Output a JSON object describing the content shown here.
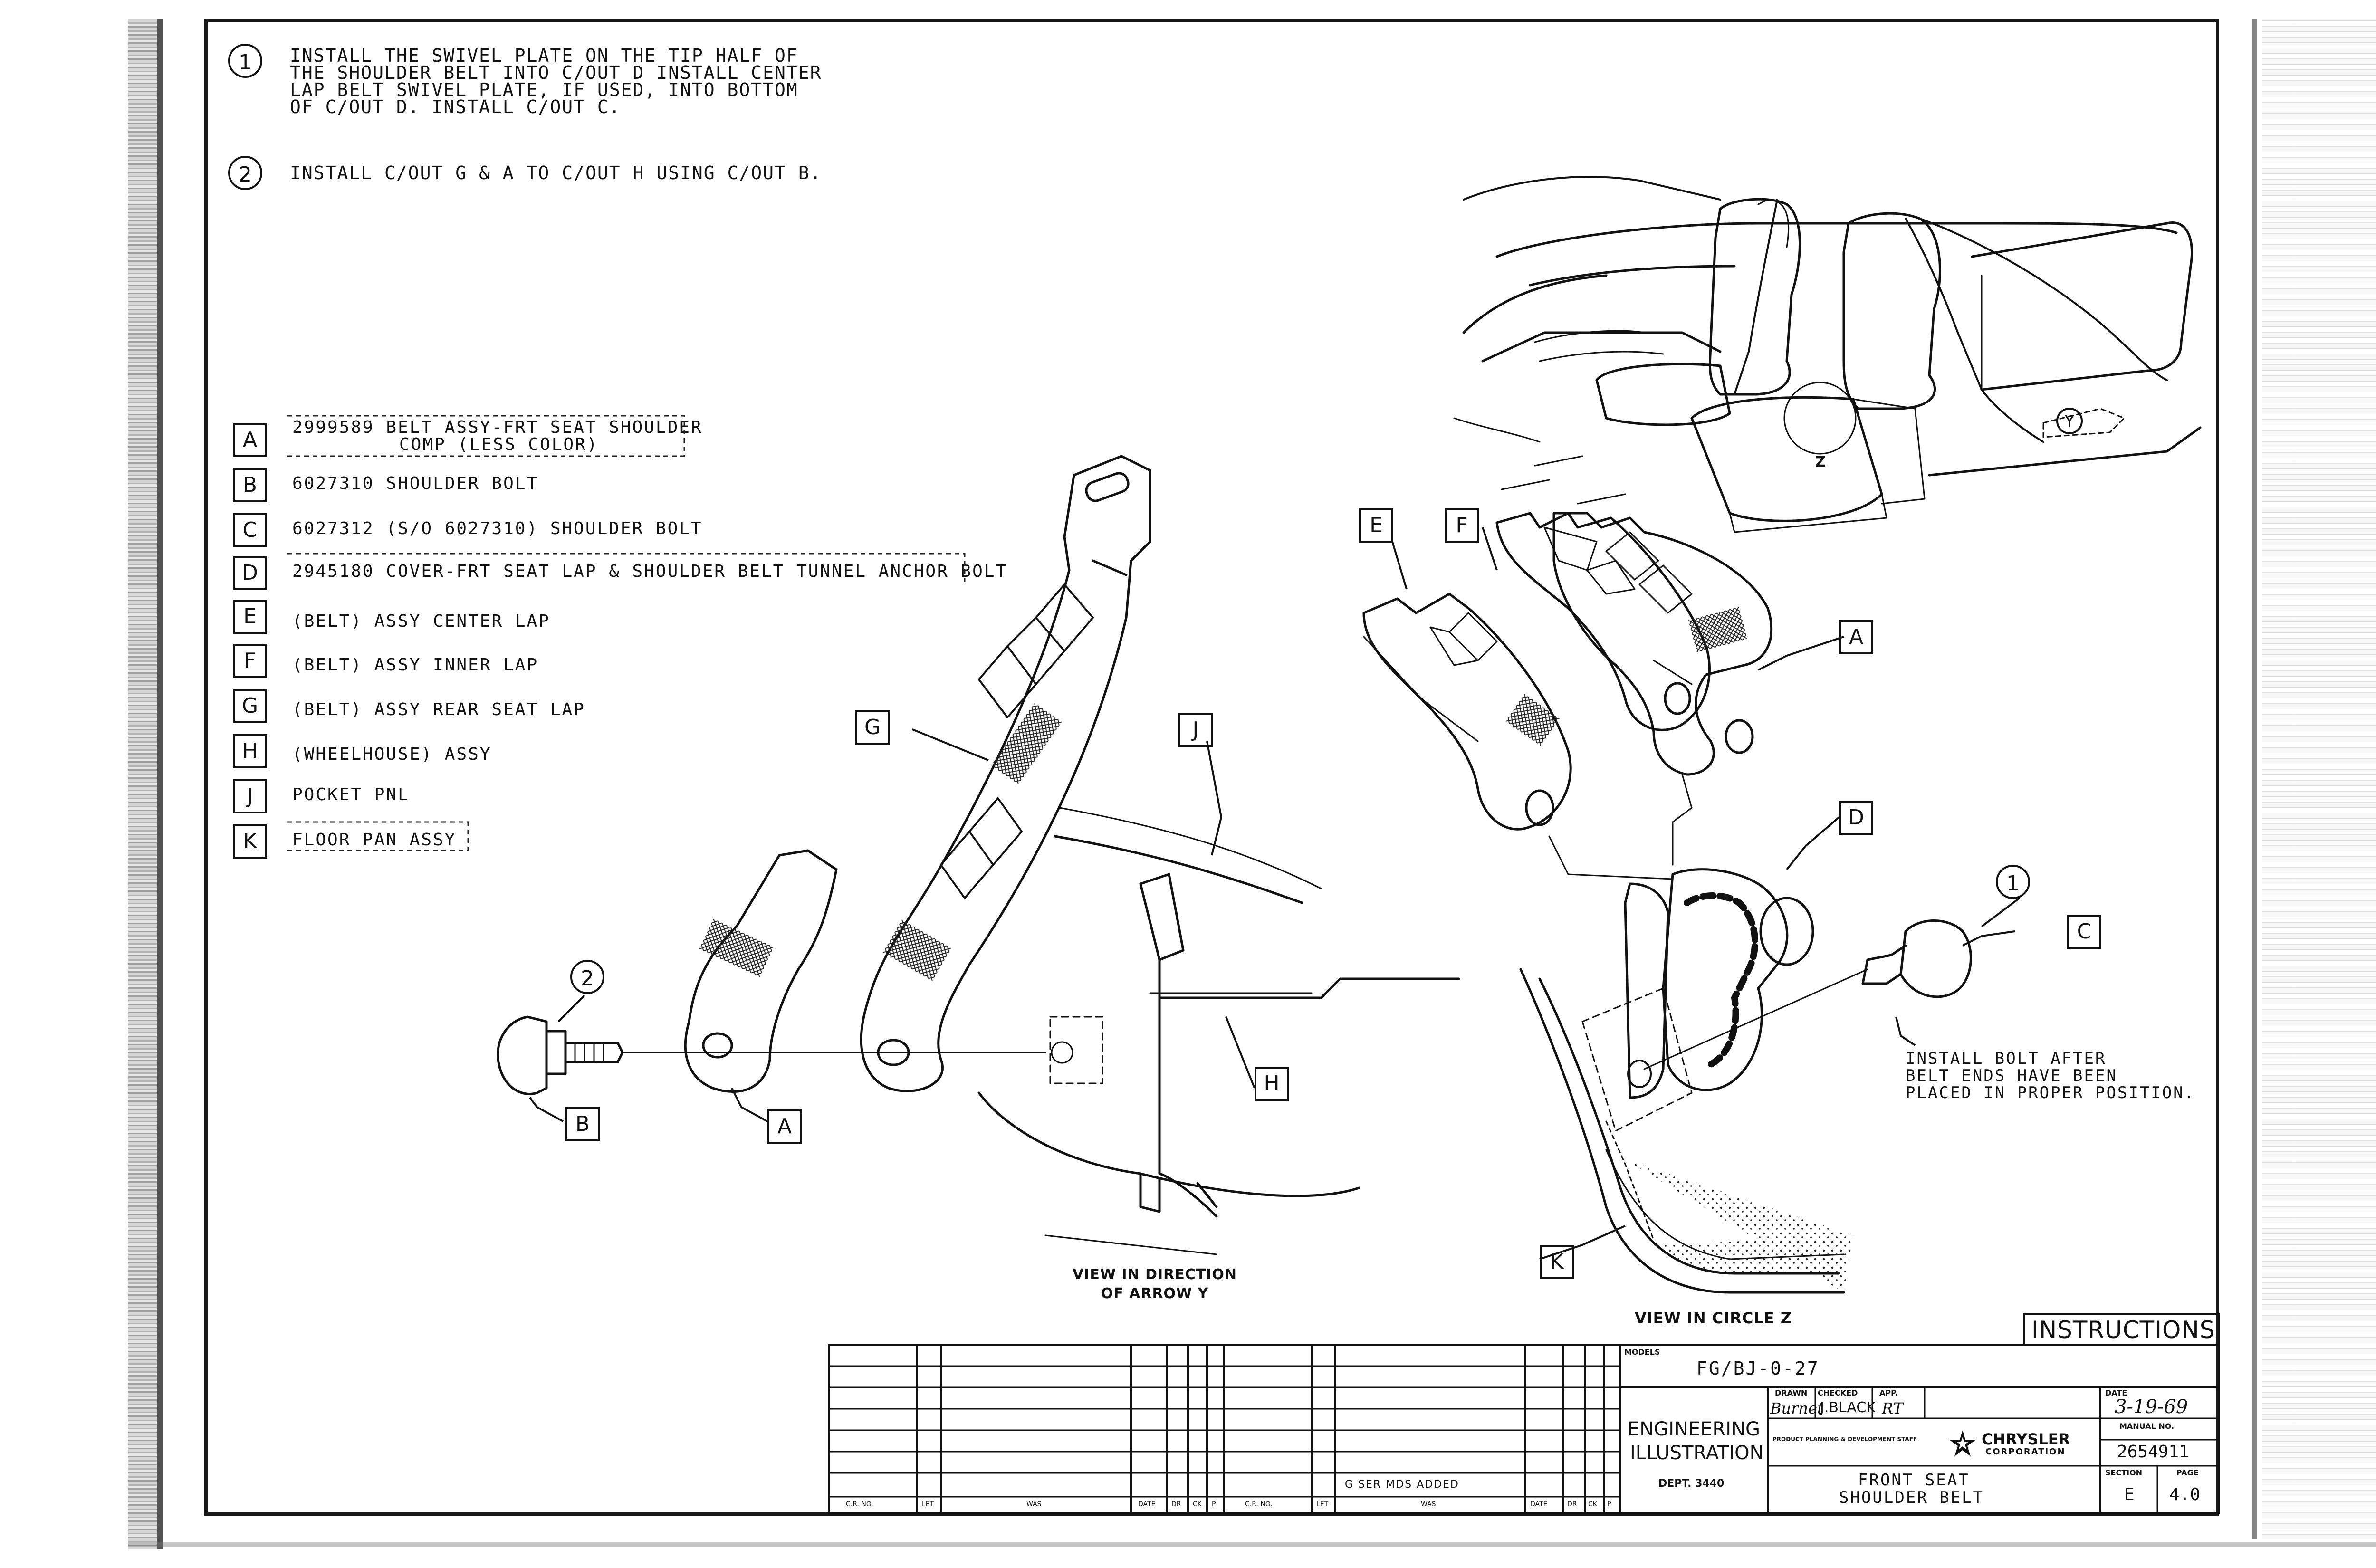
{
  "notes": [
    {
      "num": "1",
      "lines": [
        "INSTALL THE SWIVEL PLATE ON THE TIP HALF OF",
        "THE SHOULDER BELT INTO C/OUT D INSTALL CENTER",
        "LAP BELT SWIVEL PLATE, IF USED, INTO BOTTOM",
        "OF C/OUT D. INSTALL C/OUT C."
      ]
    },
    {
      "num": "2",
      "lines": [
        "INSTALL C/OUT G & A TO C/OUT H USING C/OUT B."
      ]
    }
  ],
  "parts": [
    {
      "letter": "A",
      "text": "2999589 BELT ASSY-FRT SEAT SHOULDER",
      "text2": "COMP (LESS COLOR)"
    },
    {
      "letter": "B",
      "text": "6027310 SHOULDER BOLT"
    },
    {
      "letter": "C",
      "text": "6027312 (S/O 6027310) SHOULDER BOLT"
    },
    {
      "letter": "D",
      "text": "2945180 COVER-FRT SEAT LAP & SHOULDER BELT TUNNEL ANCHOR BOLT"
    },
    {
      "letter": "E",
      "text": "(BELT) ASSY CENTER LAP"
    },
    {
      "letter": "F",
      "text": "(BELT) ASSY INNER LAP"
    },
    {
      "letter": "G",
      "text": "(BELT) ASSY REAR SEAT LAP"
    },
    {
      "letter": "H",
      "text": "(WHEELHOUSE) ASSY"
    },
    {
      "letter": "J",
      "text": "POCKET PNL"
    },
    {
      "letter": "K",
      "text": "FLOOR PAN ASSY"
    }
  ],
  "callouts": {
    "left_view": {
      "B": "B",
      "A": "A",
      "G": "G",
      "J": "J",
      "H": "H",
      "two": "2"
    },
    "right_view": {
      "E": "E",
      "F": "F",
      "A": "A",
      "D": "D",
      "C": "C",
      "K": "K",
      "one": "1"
    },
    "car_y": "Y",
    "car_z": "Z"
  },
  "install_note": [
    "INSTALL BOLT AFTER",
    "BELT ENDS HAVE BEEN",
    "PLACED IN PROPER POSITION."
  ],
  "captions": {
    "view_y": [
      "VIEW IN DIRECTION",
      "OF ARROW Y"
    ],
    "view_z": "VIEW IN CIRCLE Z"
  },
  "title_block": {
    "instructions": "INSTRUCTIONS",
    "models_label": "MODELS",
    "models": "FG/BJ-0-27",
    "engineering": "ENGINEERING",
    "illustration": "ILLUSTRATION",
    "dept": "DEPT. 3440",
    "drawn_label": "DRAWN",
    "drawn": "Burnet",
    "checked_label": "CHECKED",
    "checked": "J.BLACK",
    "app_label": "APP.",
    "app": "RT",
    "date_label": "DATE",
    "date": "3-19-69",
    "staff": "PRODUCT PLANNING & DEVELOPMENT STAFF",
    "brand": "CHRYSLER",
    "brand_sub": "CORPORATION",
    "manual_label": "MANUAL NO.",
    "manual": "2654911",
    "title_line1": "FRONT SEAT",
    "title_line2": "SHOULDER BELT",
    "section_label": "SECTION",
    "section": "E",
    "page_label": "PAGE",
    "page": "4.0",
    "revision_note": "G SER MDS ADDED",
    "rev_headers": [
      "C.R. NO.",
      "LET",
      "WAS",
      "DATE",
      "DR",
      "CK",
      "P",
      "C.R. NO.",
      "LET",
      "WAS",
      "DATE",
      "DR",
      "CK",
      "P"
    ]
  }
}
